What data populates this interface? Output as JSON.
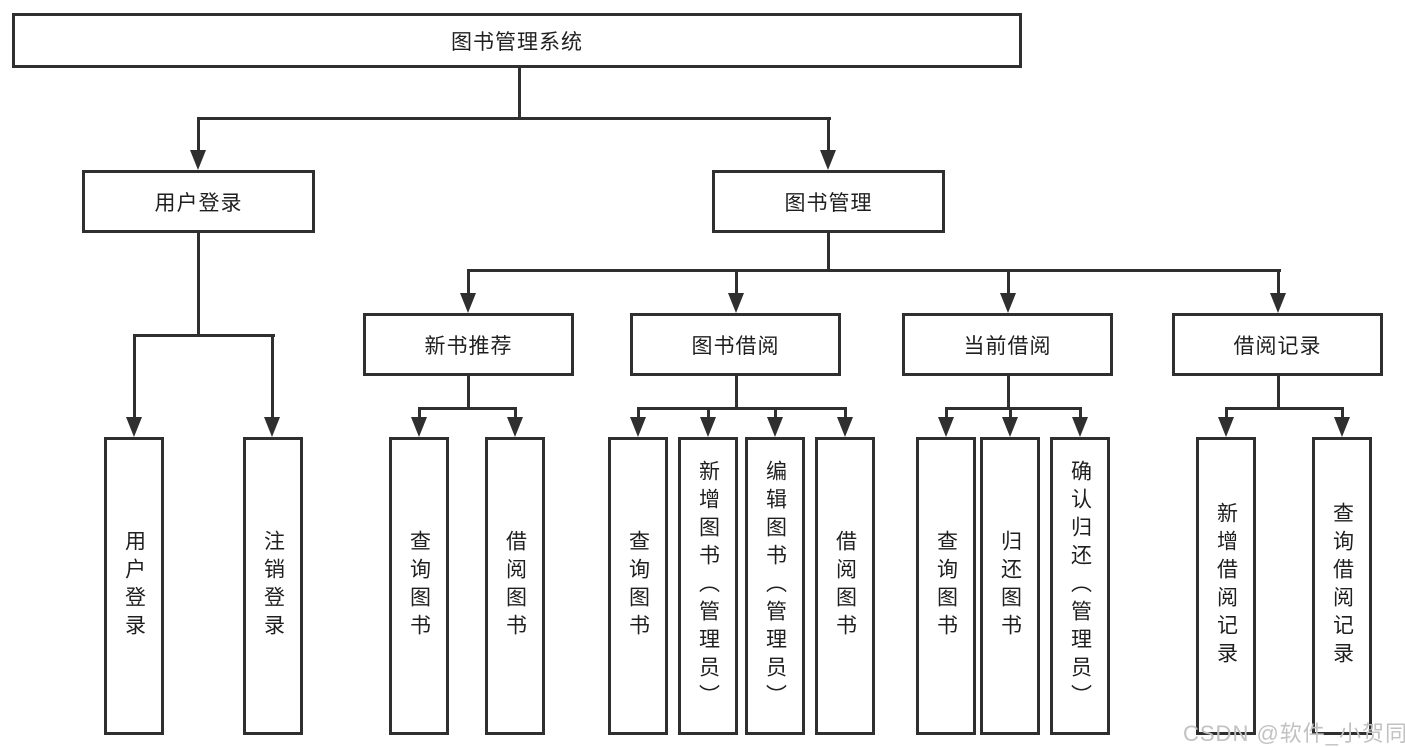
{
  "tree": {
    "label": "图书管理系统",
    "children": [
      {
        "label": "用户登录",
        "children": [
          {
            "label": "用户登录"
          },
          {
            "label": "注销登录"
          }
        ]
      },
      {
        "label": "图书管理",
        "children": [
          {
            "label": "新书推荐",
            "children": [
              {
                "label": "查询图书"
              },
              {
                "label": "借阅图书"
              }
            ]
          },
          {
            "label": "图书借阅",
            "children": [
              {
                "label": "查询图书"
              },
              {
                "label": "新增图书（管理员）"
              },
              {
                "label": "编辑图书（管理员）"
              },
              {
                "label": "借阅图书"
              }
            ]
          },
          {
            "label": "当前借阅",
            "children": [
              {
                "label": "查询图书"
              },
              {
                "label": "归还图书"
              },
              {
                "label": "确认归还（管理员）"
              }
            ]
          },
          {
            "label": "借阅记录",
            "children": [
              {
                "label": "新增借阅记录"
              },
              {
                "label": "查询借阅记录"
              }
            ]
          }
        ]
      }
    ]
  },
  "watermark": {
    "text": "CSDN @软件_小贺同学"
  },
  "colors": {
    "line": "#2f2f2f",
    "text": "#1f1f1f",
    "watermark": "#c2c2c2",
    "background": "#ffffff"
  }
}
